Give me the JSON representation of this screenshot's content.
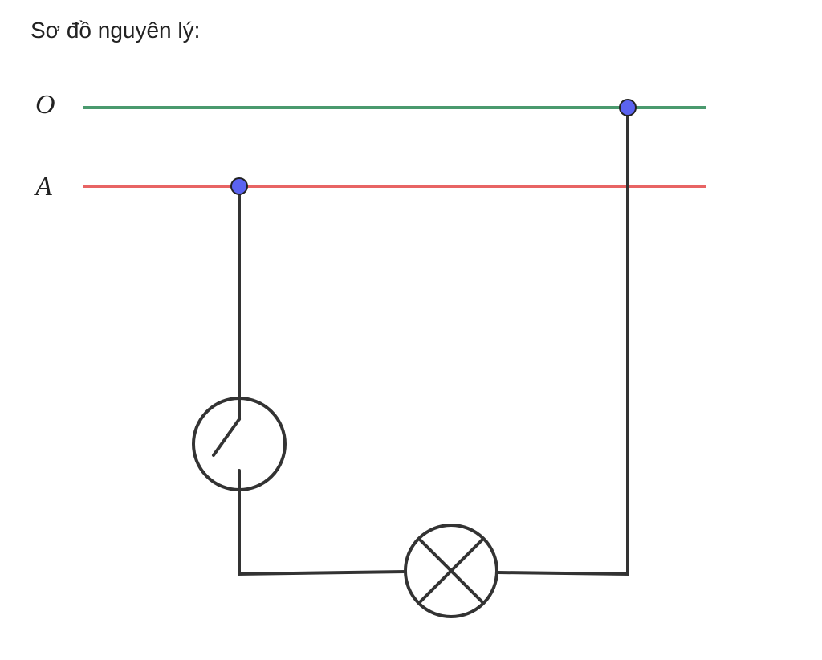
{
  "title": "Sơ đồ nguyên lý:",
  "wires": {
    "neutral": {
      "label": "O",
      "color": "#4a9a6e"
    },
    "phase": {
      "label": "A",
      "color": "#e86464"
    }
  },
  "colors": {
    "conductor": "#333333",
    "junction_fill": "#5b63f0",
    "junction_stroke": "#222222"
  },
  "components": [
    {
      "type": "switch",
      "icon": "switch-symbol"
    },
    {
      "type": "lamp",
      "icon": "lamp-symbol"
    }
  ]
}
